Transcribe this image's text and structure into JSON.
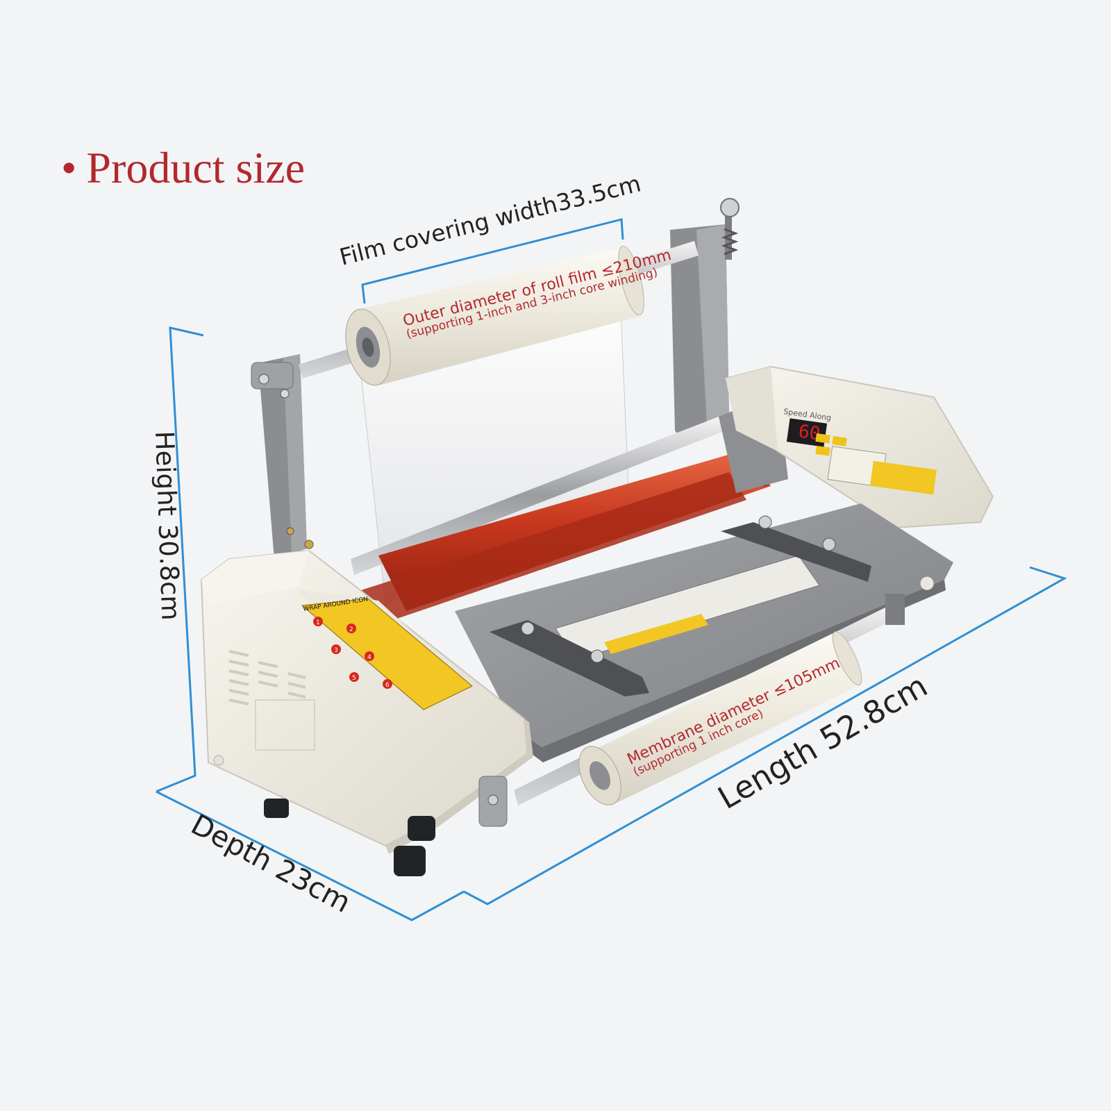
{
  "heading": {
    "bullet": "•",
    "text": "Product size"
  },
  "dimensions": {
    "film_width": "Film covering width33.5cm",
    "height": "Height  30.8cm",
    "length": "Length 52.8cm",
    "depth": "Depth 23cm"
  },
  "notes": {
    "roll_film_line1": "Outer diameter of roll film ≤210mm",
    "roll_film_line2": "(supporting 1-inch and 3-inch core winding)",
    "membrane_line1": "Membrane diameter ≤105mm",
    "membrane_line2": "(supporting 1 inch core)"
  },
  "machine": {
    "wrap_label": "WRAP AROUND ICON",
    "display_value": "60",
    "brand": "Speed Along",
    "wrap_steps": [
      "1",
      "2",
      "3",
      "4",
      "5",
      "6"
    ]
  },
  "colors": {
    "accent_red": "#b3282d",
    "dimension_line": "#2f8fd3",
    "roller_red": "#c8371e",
    "body_cream": "#efece3",
    "tray_grey": "#8f9194"
  }
}
